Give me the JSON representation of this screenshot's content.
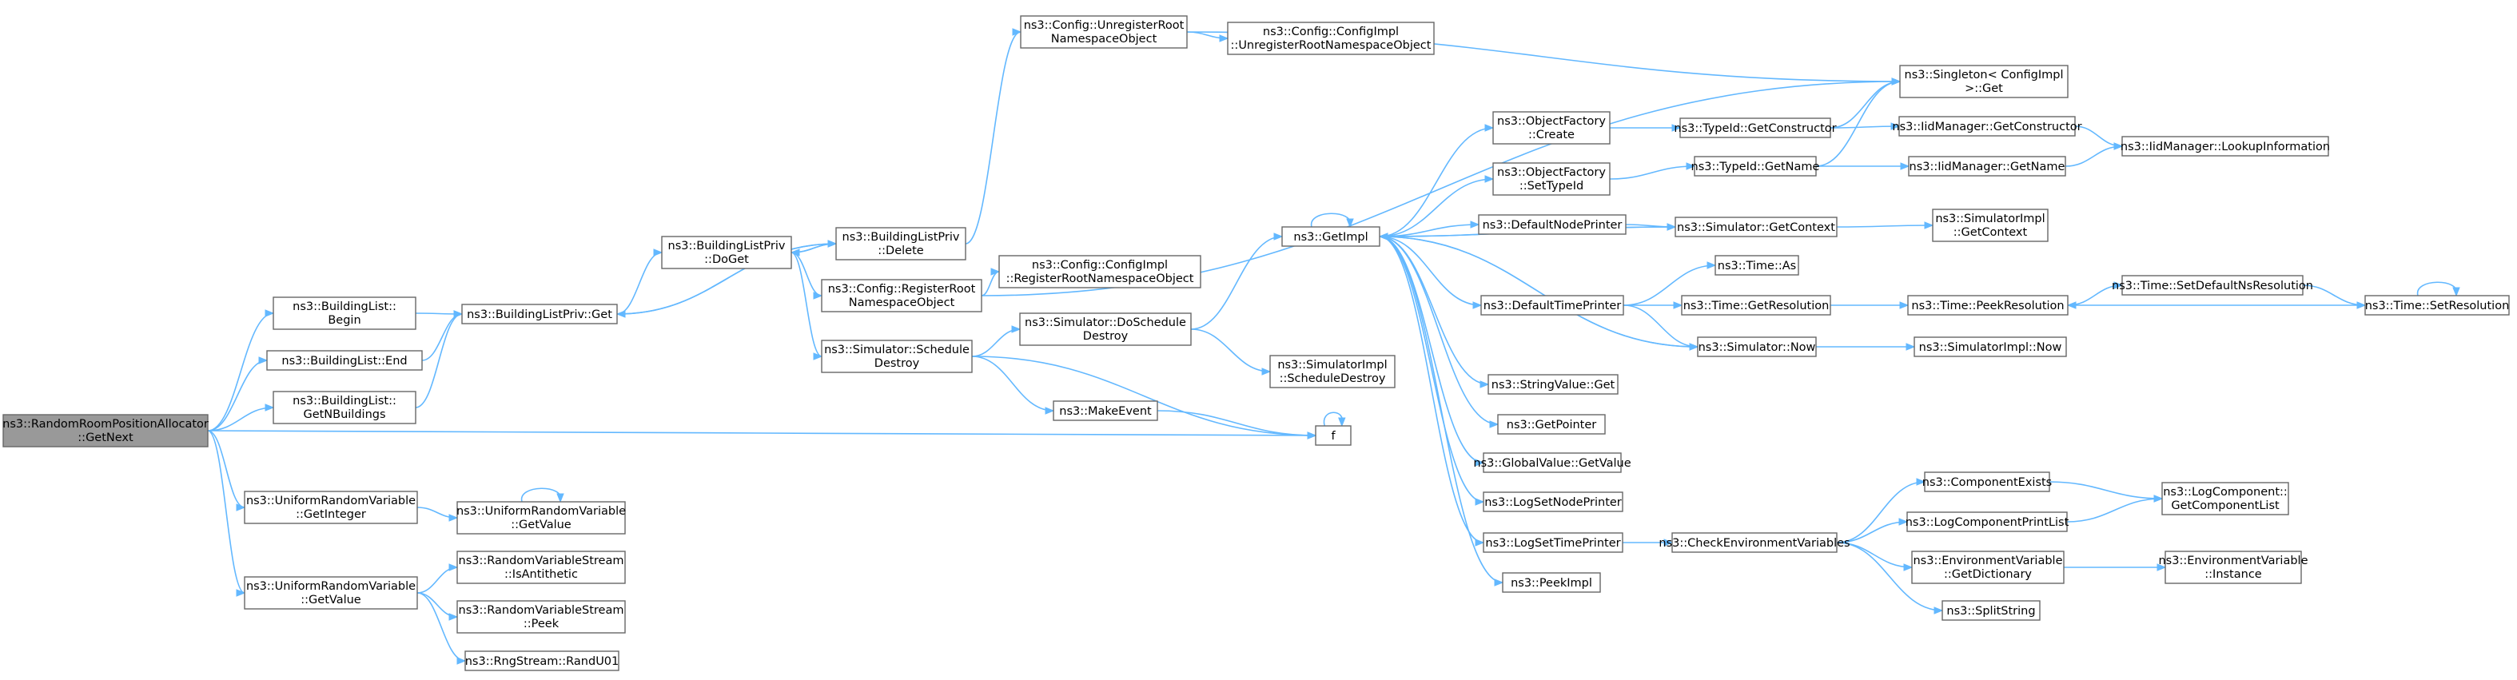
{
  "diagram": {
    "type": "call-graph",
    "nodes": [
      {
        "id": "root",
        "lines": [
          "ns3::RandomRoomPositionAllocator",
          "::GetNext"
        ],
        "root": true
      },
      {
        "id": "blBegin",
        "lines": [
          "ns3::BuildingList::",
          "Begin"
        ]
      },
      {
        "id": "blEnd",
        "lines": [
          "ns3::BuildingList::End"
        ]
      },
      {
        "id": "blGetN",
        "lines": [
          "ns3::BuildingList::",
          "GetNBuildings"
        ]
      },
      {
        "id": "urvGetInt",
        "lines": [
          "ns3::UniformRandomVariable",
          "::GetInteger"
        ]
      },
      {
        "id": "urvGetValue",
        "lines": [
          "ns3::UniformRandomVariable",
          "::GetValue"
        ]
      },
      {
        "id": "blpGet",
        "lines": [
          "ns3::BuildingListPriv::Get"
        ]
      },
      {
        "id": "urvGetValue2",
        "lines": [
          "ns3::UniformRandomVariable",
          "::GetValue"
        ]
      },
      {
        "id": "rvsAnti",
        "lines": [
          "ns3::RandomVariableStream",
          "::IsAntithetic"
        ]
      },
      {
        "id": "rvsPeek",
        "lines": [
          "ns3::RandomVariableStream",
          "::Peek"
        ]
      },
      {
        "id": "rngRand",
        "lines": [
          "ns3::RngStream::RandU01"
        ]
      },
      {
        "id": "blpDoGet",
        "lines": [
          "ns3::BuildingListPriv",
          "::DoGet"
        ]
      },
      {
        "id": "blpDelete",
        "lines": [
          "ns3::BuildingListPriv",
          "::Delete"
        ]
      },
      {
        "id": "cfgReg",
        "lines": [
          "ns3::Config::RegisterRoot",
          "NamespaceObject"
        ]
      },
      {
        "id": "simSched",
        "lines": [
          "ns3::Simulator::Schedule",
          "Destroy"
        ]
      },
      {
        "id": "cfgUnreg",
        "lines": [
          "ns3::Config::UnregisterRoot",
          "NamespaceObject"
        ]
      },
      {
        "id": "cfgImplUnreg",
        "lines": [
          "ns3::Config::ConfigImpl",
          "::UnregisterRootNamespaceObject"
        ]
      },
      {
        "id": "cfgImplReg",
        "lines": [
          "ns3::Config::ConfigImpl",
          "::RegisterRootNamespaceObject"
        ]
      },
      {
        "id": "simDoSched",
        "lines": [
          "ns3::Simulator::DoSchedule",
          "Destroy"
        ]
      },
      {
        "id": "makeEvent",
        "lines": [
          "ns3::MakeEvent"
        ]
      },
      {
        "id": "simImplSched",
        "lines": [
          "ns3::SimulatorImpl",
          "::ScheduleDestroy"
        ]
      },
      {
        "id": "f",
        "lines": [
          "f"
        ]
      },
      {
        "id": "getImpl",
        "lines": [
          "ns3::GetImpl"
        ]
      },
      {
        "id": "singleton",
        "lines": [
          "ns3::Singleton< ConfigImpl",
          " >::Get"
        ]
      },
      {
        "id": "ofCreate",
        "lines": [
          "ns3::ObjectFactory",
          "::Create"
        ]
      },
      {
        "id": "ofSetTypeId",
        "lines": [
          "ns3::ObjectFactory",
          "::SetTypeId"
        ]
      },
      {
        "id": "defNodePrinter",
        "lines": [
          "ns3::DefaultNodePrinter"
        ]
      },
      {
        "id": "defTimePrinter",
        "lines": [
          "ns3::DefaultTimePrinter"
        ]
      },
      {
        "id": "strValueGet",
        "lines": [
          "ns3::StringValue::Get"
        ]
      },
      {
        "id": "getPointer",
        "lines": [
          "ns3::GetPointer"
        ]
      },
      {
        "id": "gvGetValue",
        "lines": [
          "ns3::GlobalValue::GetValue"
        ]
      },
      {
        "id": "logSetNode",
        "lines": [
          "ns3::LogSetNodePrinter"
        ]
      },
      {
        "id": "logSetTime",
        "lines": [
          "ns3::LogSetTimePrinter"
        ]
      },
      {
        "id": "peekImpl",
        "lines": [
          "ns3::PeekImpl"
        ]
      },
      {
        "id": "typeIdGetCtor",
        "lines": [
          "ns3::TypeId::GetConstructor"
        ]
      },
      {
        "id": "typeIdGetName",
        "lines": [
          "ns3::TypeId::GetName"
        ]
      },
      {
        "id": "simGetContext",
        "lines": [
          "ns3::Simulator::GetContext"
        ]
      },
      {
        "id": "timeAs",
        "lines": [
          "ns3::Time::As"
        ]
      },
      {
        "id": "timeGetRes",
        "lines": [
          "ns3::Time::GetResolution"
        ]
      },
      {
        "id": "simNow",
        "lines": [
          "ns3::Simulator::Now"
        ]
      },
      {
        "id": "checkEnv",
        "lines": [
          "ns3::CheckEnvironmentVariables"
        ]
      },
      {
        "id": "iidGetCtor",
        "lines": [
          "ns3::IidManager::GetConstructor"
        ]
      },
      {
        "id": "iidGetName",
        "lines": [
          "ns3::IidManager::GetName"
        ]
      },
      {
        "id": "simImplGetCtx",
        "lines": [
          "ns3::SimulatorImpl",
          "::GetContext"
        ]
      },
      {
        "id": "timePeekRes",
        "lines": [
          "ns3::Time::PeekResolution"
        ]
      },
      {
        "id": "simImplNow",
        "lines": [
          "ns3::SimulatorImpl::Now"
        ]
      },
      {
        "id": "compExists",
        "lines": [
          "ns3::ComponentExists"
        ]
      },
      {
        "id": "logCompPrint",
        "lines": [
          "ns3::LogComponentPrintList"
        ]
      },
      {
        "id": "envGetDict",
        "lines": [
          "ns3::EnvironmentVariable",
          "::GetDictionary"
        ]
      },
      {
        "id": "splitString",
        "lines": [
          "ns3::SplitString"
        ]
      },
      {
        "id": "iidLookup",
        "lines": [
          "ns3::IidManager::LookupInformation"
        ]
      },
      {
        "id": "timeSetDefNs",
        "lines": [
          "ns3::Time::SetDefaultNsResolution"
        ]
      },
      {
        "id": "timeSetRes",
        "lines": [
          "ns3::Time::SetResolution"
        ]
      },
      {
        "id": "logCompGetList",
        "lines": [
          "ns3::LogComponent::",
          "GetComponentList"
        ]
      },
      {
        "id": "envInstance",
        "lines": [
          "ns3::EnvironmentVariable",
          "::Instance"
        ]
      }
    ],
    "edges": [
      [
        "root",
        "blBegin"
      ],
      [
        "root",
        "blEnd"
      ],
      [
        "root",
        "blGetN"
      ],
      [
        "root",
        "f"
      ],
      [
        "root",
        "urvGetInt"
      ],
      [
        "root",
        "urvGetValue"
      ],
      [
        "blBegin",
        "blpGet"
      ],
      [
        "blEnd",
        "blpGet"
      ],
      [
        "blGetN",
        "blpGet"
      ],
      [
        "urvGetInt",
        "urvGetValue2"
      ],
      [
        "urvGetValue2",
        "urvGetValue2"
      ],
      [
        "urvGetValue",
        "rvsAnti"
      ],
      [
        "urvGetValue",
        "rvsPeek"
      ],
      [
        "urvGetValue",
        "rngRand"
      ],
      [
        "blpGet",
        "blpDoGet"
      ],
      [
        "blpGet",
        "blpDelete"
      ],
      [
        "blpDoGet",
        "blpDelete"
      ],
      [
        "blpDoGet",
        "cfgReg"
      ],
      [
        "blpDoGet",
        "simSched"
      ],
      [
        "blpDelete",
        "blpGet"
      ],
      [
        "blpDelete",
        "blpDoGet"
      ],
      [
        "blpDelete",
        "cfgUnreg"
      ],
      [
        "cfgUnreg",
        "cfgImplUnreg"
      ],
      [
        "cfgUnreg",
        "singleton"
      ],
      [
        "cfgReg",
        "cfgImplReg"
      ],
      [
        "cfgReg",
        "singleton"
      ],
      [
        "simSched",
        "simDoSched"
      ],
      [
        "simSched",
        "makeEvent"
      ],
      [
        "simSched",
        "f"
      ],
      [
        "makeEvent",
        "f"
      ],
      [
        "f",
        "f"
      ],
      [
        "simDoSched",
        "simImplSched"
      ],
      [
        "simDoSched",
        "getImpl"
      ],
      [
        "getImpl",
        "ofCreate"
      ],
      [
        "getImpl",
        "ofSetTypeId"
      ],
      [
        "getImpl",
        "defNodePrinter"
      ],
      [
        "getImpl",
        "defTimePrinter"
      ],
      [
        "getImpl",
        "strValueGet"
      ],
      [
        "getImpl",
        "getPointer"
      ],
      [
        "getImpl",
        "gvGetValue"
      ],
      [
        "getImpl",
        "logSetNode"
      ],
      [
        "getImpl",
        "logSetTime"
      ],
      [
        "getImpl",
        "peekImpl"
      ],
      [
        "getImpl",
        "simGetContext"
      ],
      [
        "getImpl",
        "simNow"
      ],
      [
        "getImpl",
        "getImpl"
      ],
      [
        "ofCreate",
        "typeIdGetCtor"
      ],
      [
        "ofSetTypeId",
        "typeIdGetName"
      ],
      [
        "typeIdGetCtor",
        "singleton"
      ],
      [
        "typeIdGetCtor",
        "iidGetCtor"
      ],
      [
        "typeIdGetName",
        "singleton"
      ],
      [
        "typeIdGetName",
        "iidGetName"
      ],
      [
        "iidGetCtor",
        "iidLookup"
      ],
      [
        "iidGetName",
        "iidLookup"
      ],
      [
        "defNodePrinter",
        "simGetContext"
      ],
      [
        "simGetContext",
        "getImpl"
      ],
      [
        "simGetContext",
        "simImplGetCtx"
      ],
      [
        "defTimePrinter",
        "timeAs"
      ],
      [
        "defTimePrinter",
        "timeGetRes"
      ],
      [
        "defTimePrinter",
        "simNow"
      ],
      [
        "timeGetRes",
        "timePeekRes"
      ],
      [
        "timePeekRes",
        "timeSetDefNs"
      ],
      [
        "timeSetDefNs",
        "timeSetRes"
      ],
      [
        "timeSetRes",
        "timePeekRes"
      ],
      [
        "timeSetRes",
        "timeSetRes"
      ],
      [
        "simNow",
        "getImpl"
      ],
      [
        "simNow",
        "simImplNow"
      ],
      [
        "logSetTime",
        "checkEnv"
      ],
      [
        "checkEnv",
        "compExists"
      ],
      [
        "checkEnv",
        "logCompPrint"
      ],
      [
        "checkEnv",
        "envGetDict"
      ],
      [
        "checkEnv",
        "splitString"
      ],
      [
        "compExists",
        "logCompGetList"
      ],
      [
        "logCompPrint",
        "logCompGetList"
      ],
      [
        "envGetDict",
        "envInstance"
      ]
    ]
  }
}
